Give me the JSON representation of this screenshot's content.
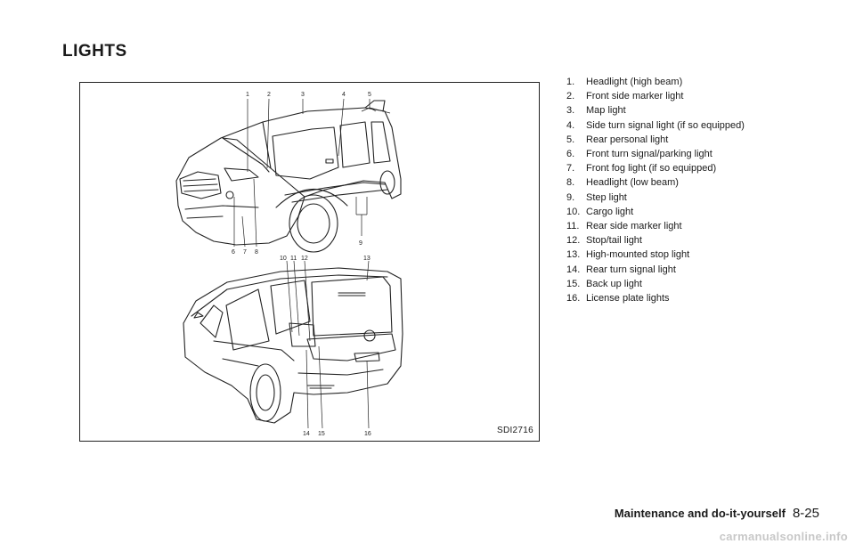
{
  "section_title": "LIGHTS",
  "figure": {
    "code": "SDI2716",
    "front_callouts": [
      "1",
      "2",
      "3",
      "4",
      "5",
      "6",
      "7",
      "8",
      "9"
    ],
    "rear_callouts": [
      "10",
      "11",
      "12",
      "13",
      "14",
      "15",
      "16"
    ]
  },
  "legend": [
    {
      "num": "1.",
      "text": "Headlight (high beam)"
    },
    {
      "num": "2.",
      "text": "Front side marker light"
    },
    {
      "num": "3.",
      "text": "Map light"
    },
    {
      "num": "4.",
      "text": "Side turn signal light (if so equipped)"
    },
    {
      "num": "5.",
      "text": "Rear personal light"
    },
    {
      "num": "6.",
      "text": "Front turn signal/parking light"
    },
    {
      "num": "7.",
      "text": "Front fog light (if so equipped)"
    },
    {
      "num": "8.",
      "text": "Headlight (low beam)"
    },
    {
      "num": "9.",
      "text": "Step light"
    },
    {
      "num": "10.",
      "text": "Cargo light"
    },
    {
      "num": "11.",
      "text": "Rear side marker light"
    },
    {
      "num": "12.",
      "text": "Stop/tail light"
    },
    {
      "num": "13.",
      "text": "High-mounted stop light"
    },
    {
      "num": "14.",
      "text": "Rear turn signal light"
    },
    {
      "num": "15.",
      "text": "Back up light"
    },
    {
      "num": "16.",
      "text": "License plate lights"
    }
  ],
  "footer": {
    "chapter": "Maintenance and do-it-yourself",
    "page": "8-25"
  },
  "watermark": "carmanualsonline.info"
}
